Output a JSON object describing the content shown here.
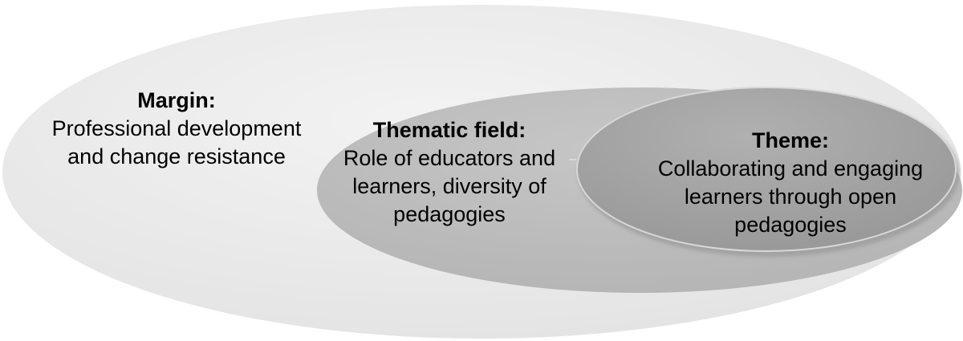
{
  "margin": {
    "title": "Margin:",
    "text": "Professional development\nand change resistance"
  },
  "thematic_field": {
    "title": "Thematic field:",
    "text": "Role of educators and\nlearners, diversity of\npedagogies"
  },
  "theme": {
    "title": "Theme:",
    "text": "Collaborating and engaging\nlearners through open\npedagogies"
  },
  "colors": {
    "outer_ellipse": "#ececec",
    "middle_ellipse": "#bdbdbd",
    "inner_ellipse": "#a6a6a6",
    "text": "#000000"
  }
}
